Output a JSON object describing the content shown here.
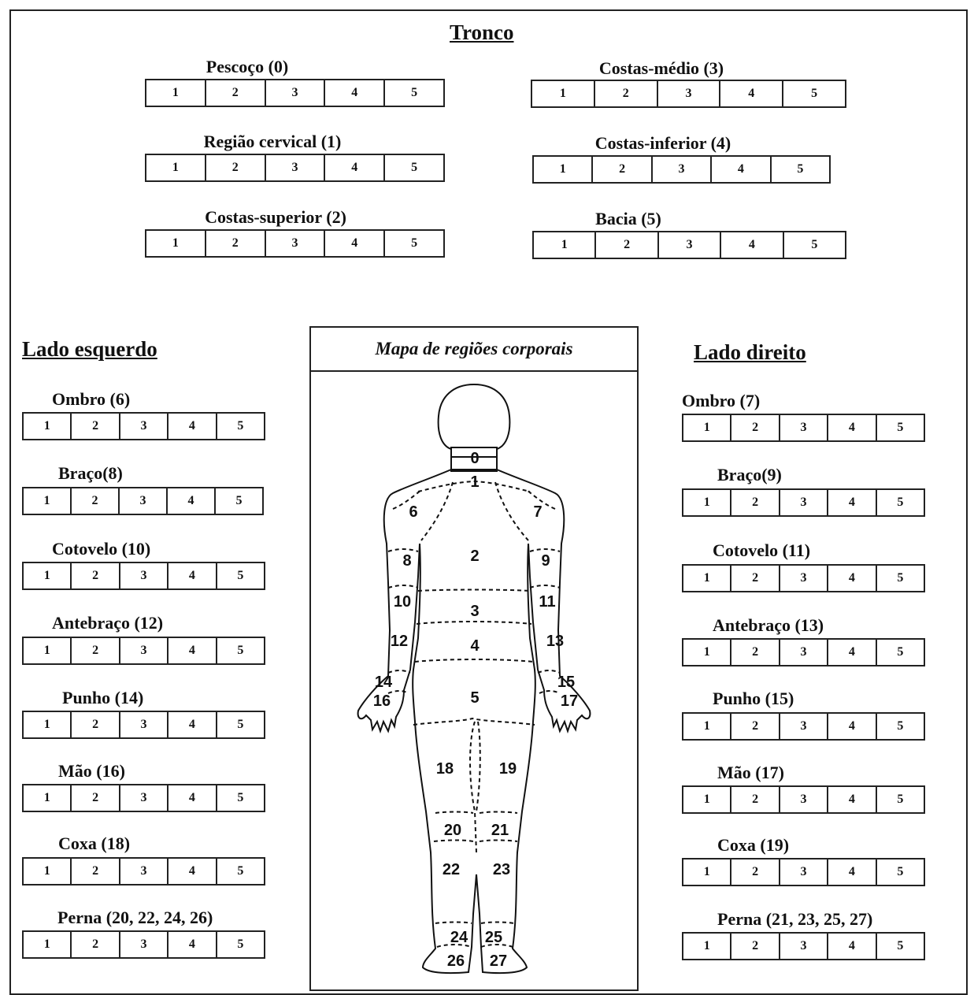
{
  "trunk": {
    "title": "Tronco",
    "regions": [
      {
        "label": "Pescoço  (0)"
      },
      {
        "label": "Região cervical  (1)"
      },
      {
        "label": "Costas-superior  (2)"
      },
      {
        "label": "Costas-médio  (3)"
      },
      {
        "label": "Costas-inferior  (4)"
      },
      {
        "label": "Bacia  (5)"
      }
    ]
  },
  "left_side": {
    "title": "Lado esquerdo",
    "regions": [
      {
        "label": "Ombro (6)"
      },
      {
        "label": "Braço(8)"
      },
      {
        "label": "Cotovelo (10)"
      },
      {
        "label": "Antebraço (12)"
      },
      {
        "label": "Punho (14)"
      },
      {
        "label": "Mão (16)"
      },
      {
        "label": "Coxa (18)"
      },
      {
        "label": "Perna (20, 22, 24, 26)"
      }
    ]
  },
  "right_side": {
    "title": "Lado direito",
    "regions": [
      {
        "label": "Ombro (7)"
      },
      {
        "label": "Braço(9)"
      },
      {
        "label": "Cotovelo (11)"
      },
      {
        "label": "Antebraço (13)"
      },
      {
        "label": "Punho (15)"
      },
      {
        "label": "Mão (17)"
      },
      {
        "label": "Coxa (19)"
      },
      {
        "label": "Perna (21, 23, 25, 27)"
      }
    ]
  },
  "scale_values": [
    "1",
    "2",
    "3",
    "4",
    "5"
  ],
  "map": {
    "title": "Mapa de regiões corporais",
    "region_numbers": [
      "0",
      "1",
      "2",
      "3",
      "4",
      "5",
      "6",
      "7",
      "8",
      "9",
      "10",
      "11",
      "12",
      "13",
      "14",
      "15",
      "16",
      "17",
      "18",
      "19",
      "20",
      "21",
      "22",
      "23",
      "24",
      "25",
      "26",
      "27"
    ]
  }
}
